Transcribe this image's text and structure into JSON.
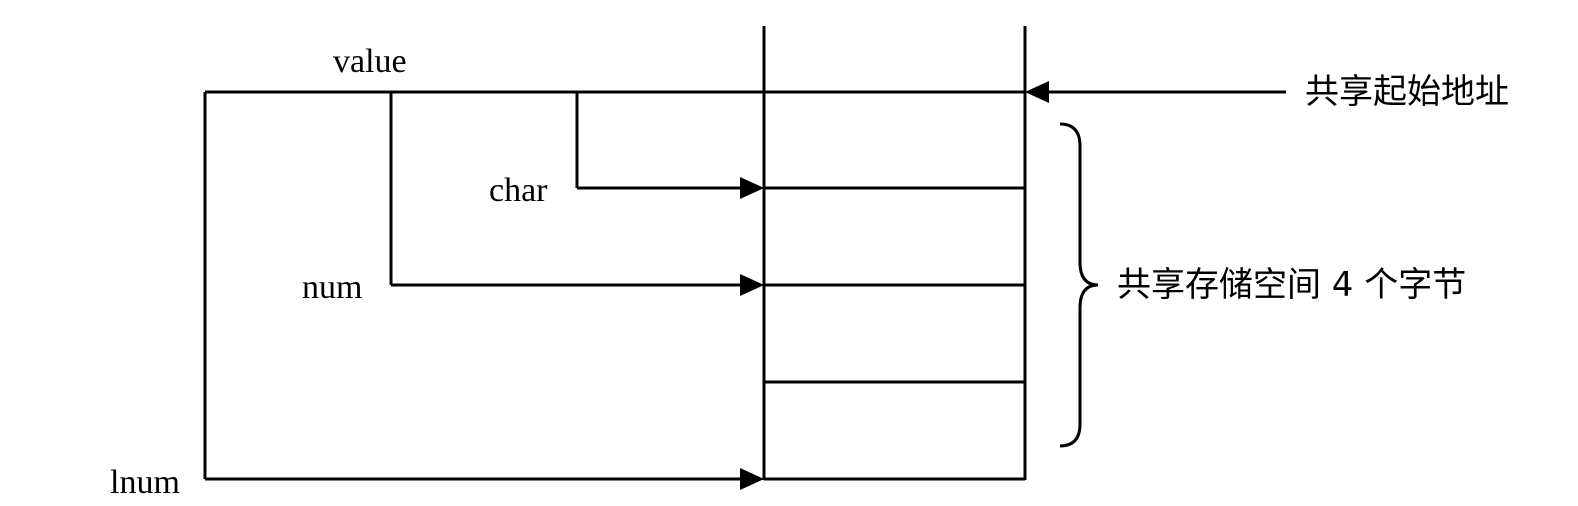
{
  "labels": {
    "value": "value",
    "char": "char",
    "num": "num",
    "lnum": "lnum",
    "start_address": "共享起始地址",
    "shared_space": "共享存储空间 4 个字节"
  },
  "colors": {
    "line": "#000000",
    "background": "#ffffff"
  },
  "icons": {
    "arrow": "arrow-right-icon",
    "arrow_left": "arrow-left-icon",
    "brace": "right-curly-brace-icon"
  }
}
